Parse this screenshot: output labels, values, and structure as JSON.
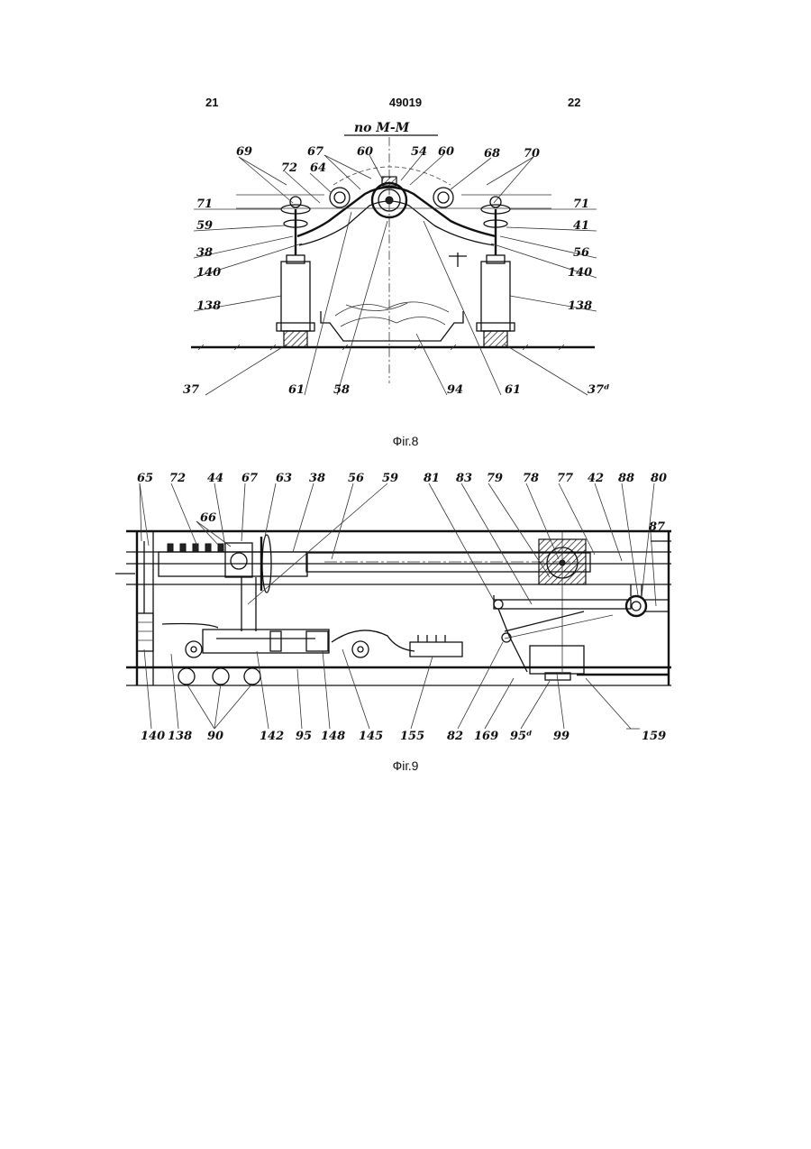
{
  "page": {
    "left_number": "21",
    "center_number": "49019",
    "right_number": "22"
  },
  "fig8": {
    "caption": "Фіг.8",
    "section_label": "по М-М",
    "labels": [
      "69",
      "67",
      "60",
      "54",
      "60",
      "68",
      "70",
      "72",
      "64",
      "71",
      "71",
      "59",
      "41",
      "38",
      "56",
      "140",
      "140",
      "138",
      "138",
      "37",
      "61",
      "58",
      "94",
      "61",
      "37ᵈ"
    ]
  },
  "fig9": {
    "caption": "Фіг.9",
    "top_labels": [
      "65",
      "72",
      "44",
      "67",
      "63",
      "38",
      "56",
      "59",
      "81",
      "83",
      "79",
      "78",
      "77",
      "42",
      "88",
      "80"
    ],
    "side_labels": [
      "66",
      "87"
    ],
    "bottom_labels": [
      "140",
      "138",
      "90",
      "142",
      "95",
      "148",
      "145",
      "155",
      "82",
      "169",
      "95ᵈ",
      "99",
      "159"
    ]
  }
}
